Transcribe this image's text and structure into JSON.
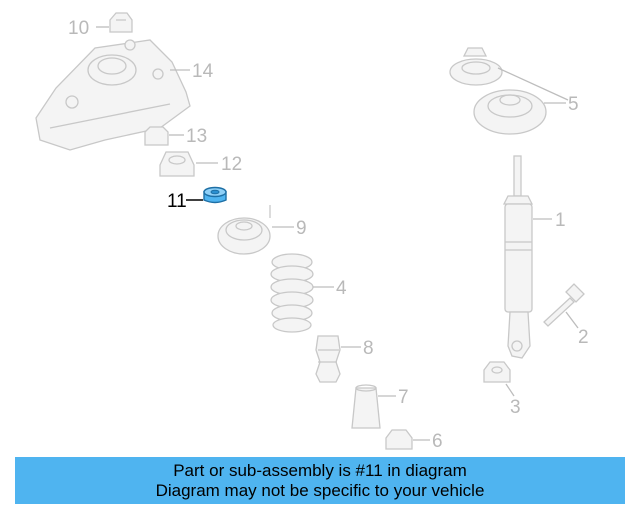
{
  "callouts": {
    "c1": "1",
    "c2": "2",
    "c3": "3",
    "c4": "4",
    "c5": "5",
    "c6": "6",
    "c7": "7",
    "c8": "8",
    "c9": "9",
    "c10": "10",
    "c11": "11",
    "c12": "12",
    "c13": "13",
    "c14": "14"
  },
  "highlighted_part": "11",
  "colors": {
    "highlight": "#4fb4f0",
    "banner": "#4fb4f0",
    "part_outline": "#c8c8c8",
    "label_gray": "#b9b9b9"
  },
  "banner": {
    "line1": "Part or sub-assembly is #11 in diagram",
    "line2": "Diagram may not be specific to your vehicle"
  }
}
